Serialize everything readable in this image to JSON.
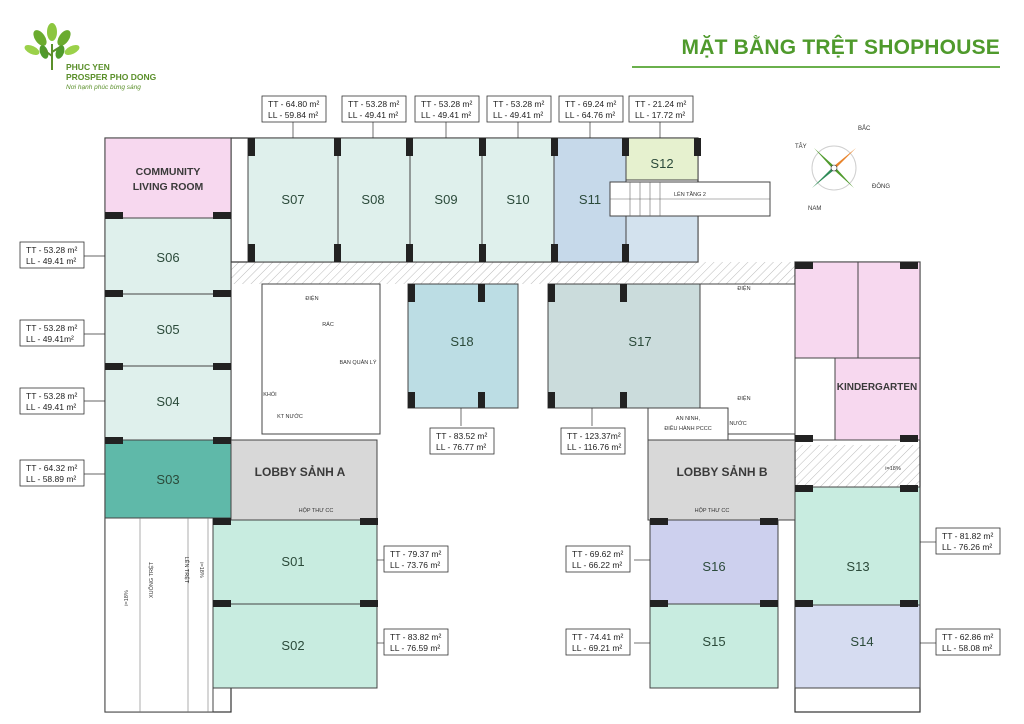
{
  "logo": {
    "line1": "PHUC YEN",
    "line2": "PROSPER PHO DONG",
    "tagline": "Nơi hạnh phúc bừng sáng"
  },
  "title": "MẶT BẰNG TRỆT SHOPHOUSE",
  "compass": {
    "north": "BẮC",
    "west": "TÂY",
    "east": "ĐÔNG",
    "south": "NAM"
  },
  "units": {
    "S01": "S01",
    "S02": "S02",
    "S03": "S03",
    "S04": "S04",
    "S05": "S05",
    "S06": "S06",
    "S07": "S07",
    "S08": "S08",
    "S09": "S09",
    "S10": "S10",
    "S11": "S11",
    "S12": "S12",
    "S13": "S13",
    "S14": "S14",
    "S15": "S15",
    "S16": "S16",
    "S17": "S17",
    "S18": "S18"
  },
  "areas": {
    "S07": {
      "tt": "TT - 64.80 m²",
      "ll": "LL - 59.84 m²"
    },
    "S08": {
      "tt": "TT - 53.28 m²",
      "ll": "LL - 49.41 m²"
    },
    "S09": {
      "tt": "TT - 53.28 m²",
      "ll": "LL - 49.41 m²"
    },
    "S10": {
      "tt": "TT - 53.28 m²",
      "ll": "LL - 49.41 m²"
    },
    "S11": {
      "tt": "TT - 69.24 m²",
      "ll": "LL - 64.76 m²"
    },
    "S12": {
      "tt": "TT - 21.24 m²",
      "ll": "LL - 17.72 m²"
    },
    "S06": {
      "tt": "TT - 53.28 m²",
      "ll": "LL - 49.41 m²"
    },
    "S05": {
      "tt": "TT - 53.28 m²",
      "ll": "LL - 49.41m²"
    },
    "S04": {
      "tt": "TT - 53.28 m²",
      "ll": "LL - 49.41 m²"
    },
    "S03": {
      "tt": "TT - 64.32 m²",
      "ll": "LL - 58.89 m²"
    },
    "S18": {
      "tt": "TT - 83.52 m²",
      "ll": "LL - 76.77 m²"
    },
    "S17": {
      "tt": "TT - 123.37m²",
      "ll": "LL - 116.76 m²"
    },
    "S01": {
      "tt": "TT - 79.37 m²",
      "ll": "LL - 73.76 m²"
    },
    "S02": {
      "tt": "TT - 83.82 m²",
      "ll": "LL - 76.59 m²"
    },
    "S16": {
      "tt": "TT - 69.62 m²",
      "ll": "LL - 66.22 m²"
    },
    "S15": {
      "tt": "TT - 74.41 m²",
      "ll": "LL - 69.21 m²"
    },
    "S13": {
      "tt": "TT - 81.82 m²",
      "ll": "LL - 76.26 m²"
    },
    "S14": {
      "tt": "TT - 62.86 m²",
      "ll": "LL - 58.08 m²"
    }
  },
  "rooms": {
    "community_1": "COMMUNITY",
    "community_2": "LIVING ROOM",
    "kindergarten": "KINDERGARTEN",
    "lobby_a": "LOBBY SẢNH A",
    "lobby_b": "LOBBY SẢNH B",
    "security_1": "AN NINH,",
    "security_2": "ĐIỀU HÀNH PCCC",
    "management": "BAN QUẢN LÝ",
    "stair_up_2": "LÊN TẦNG 2",
    "ramp_up": "LÊN TRỆT",
    "ramp_down": "XUỐNG TRỆT",
    "slope_a": "i=18%",
    "slope_b": "i=18%",
    "slope_c": "i=18%",
    "mailbox_a": "HỘP THƯ CC",
    "mailbox_b": "HỘP THƯ CC",
    "dien_1": "ĐIỆN",
    "dien_2": "ĐIỆN",
    "dien_3": "ĐIỆN",
    "rac": "RÁC",
    "nuoc_1": "KT NƯỚC",
    "nuoc_2": "NƯỚC",
    "khoi": "KHÓI"
  }
}
